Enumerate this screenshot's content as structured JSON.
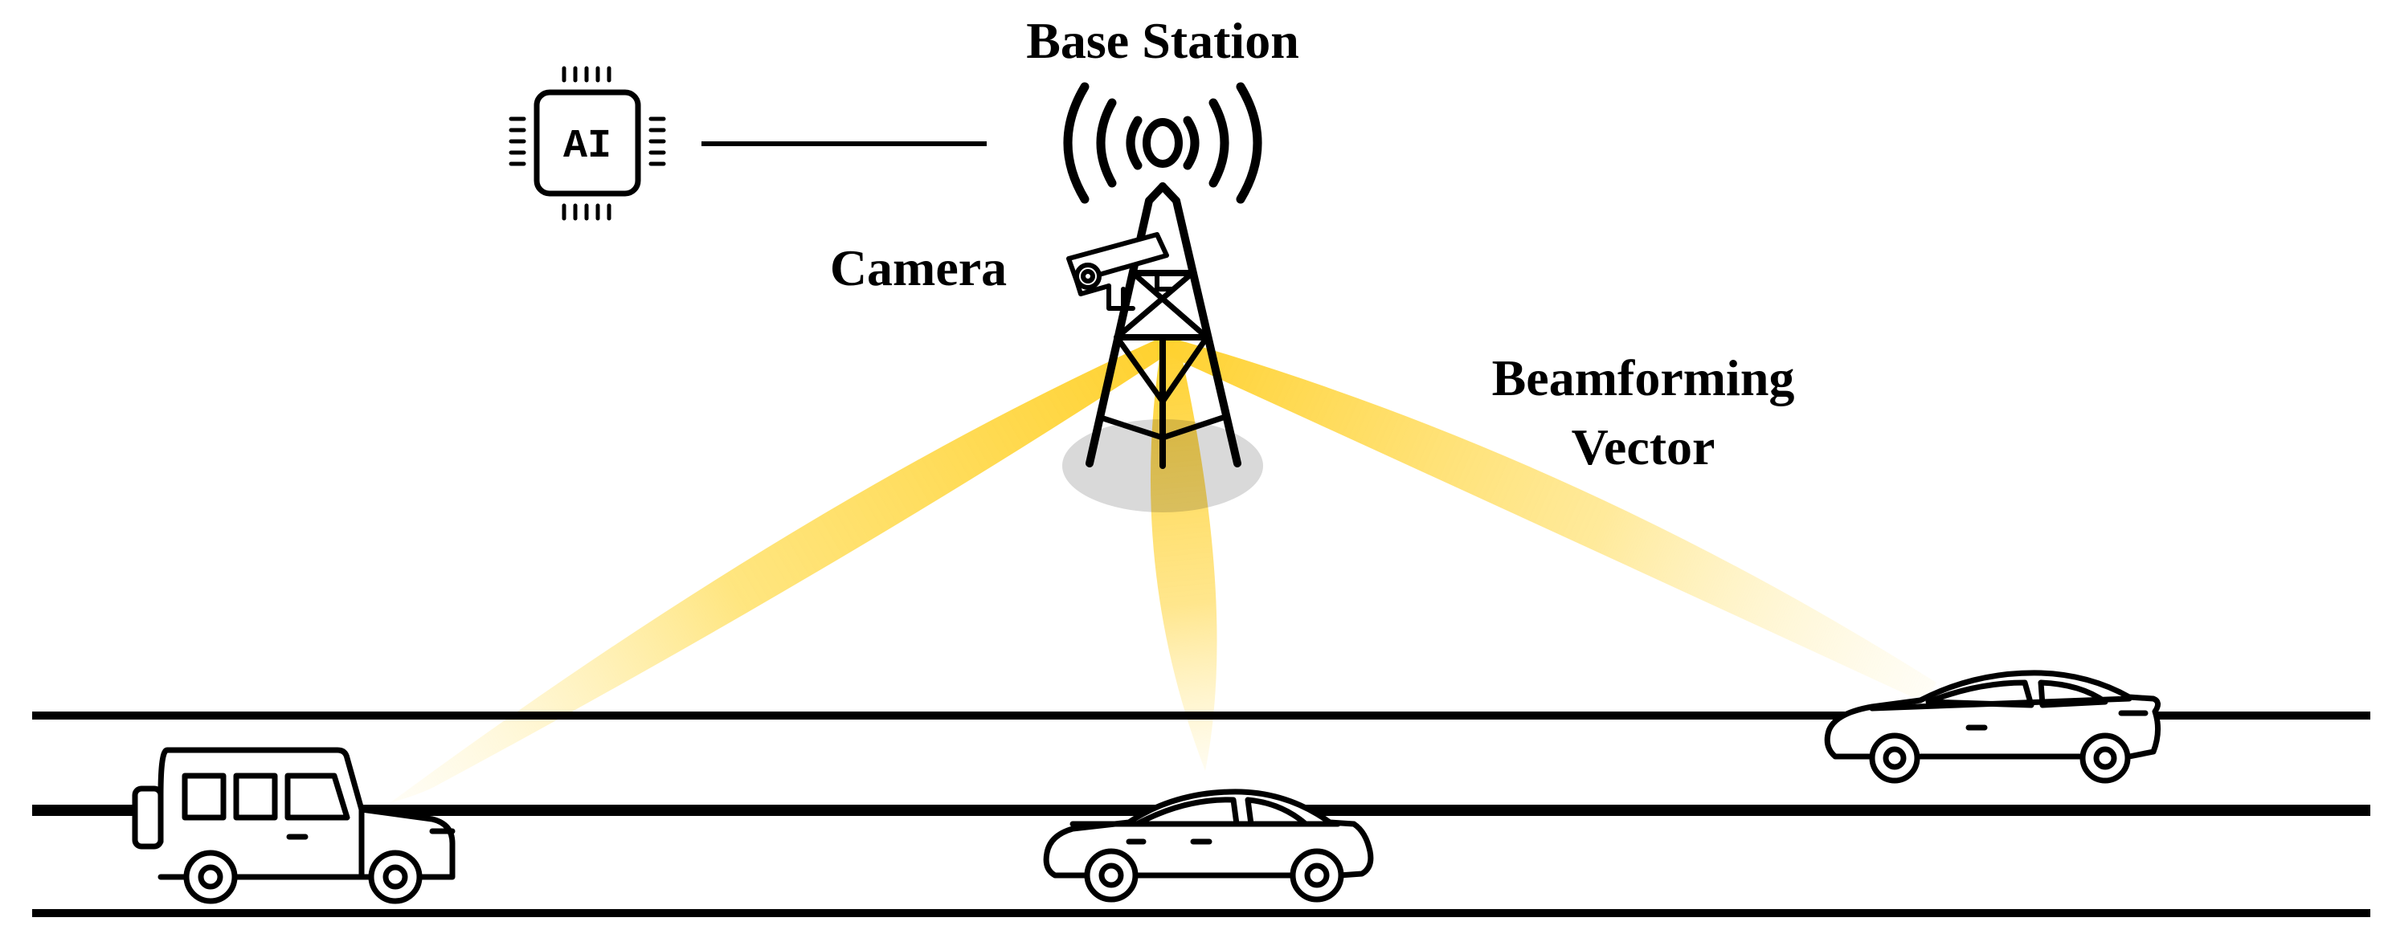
{
  "labels": {
    "base_station": "Base Station",
    "camera": "Camera",
    "beamforming_line1": "Beamforming",
    "beamforming_line2": "Vector",
    "ai_chip": "AI"
  },
  "colors": {
    "beam": "#FFD12E",
    "shadow": "#D9D9D9",
    "ink": "#000000"
  },
  "icons": {
    "ai_chip": "ai-chip-icon",
    "antenna_waves": "signal-waves-icon",
    "tower": "lattice-tower-icon",
    "camera": "cctv-camera-icon",
    "vehicles": [
      "suv-icon",
      "sedan-icon",
      "sports-car-icon"
    ]
  }
}
